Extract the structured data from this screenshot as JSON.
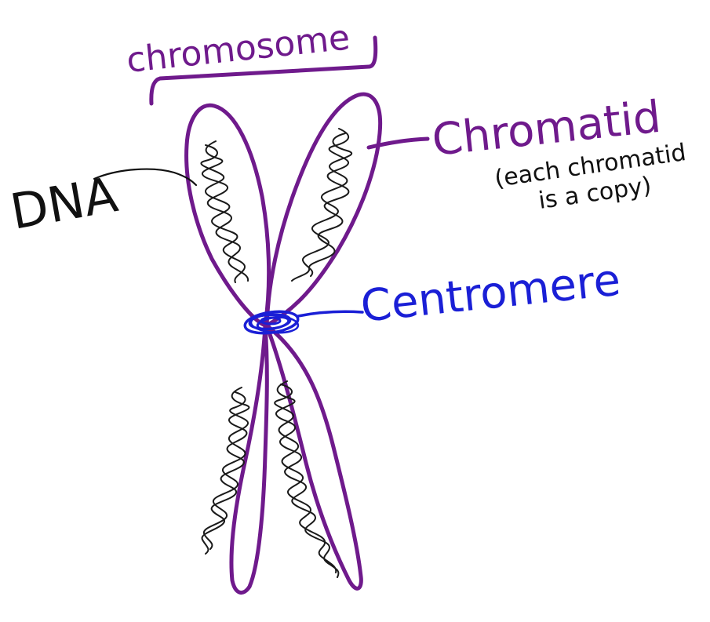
{
  "labels": {
    "chromosome": "chromosome",
    "dna": "DNA",
    "chromatid": "Chromatid",
    "chromatid_note_line1": "(each chromatid",
    "chromatid_note_line2": "is a copy)",
    "centromere": "Centromere"
  },
  "colors": {
    "chromatid_outline": "#6f1a8c",
    "dna_strand": "#1a1a1a",
    "centromere": "#1a1fd6",
    "label_text": "#111111",
    "background": "#ffffff"
  }
}
